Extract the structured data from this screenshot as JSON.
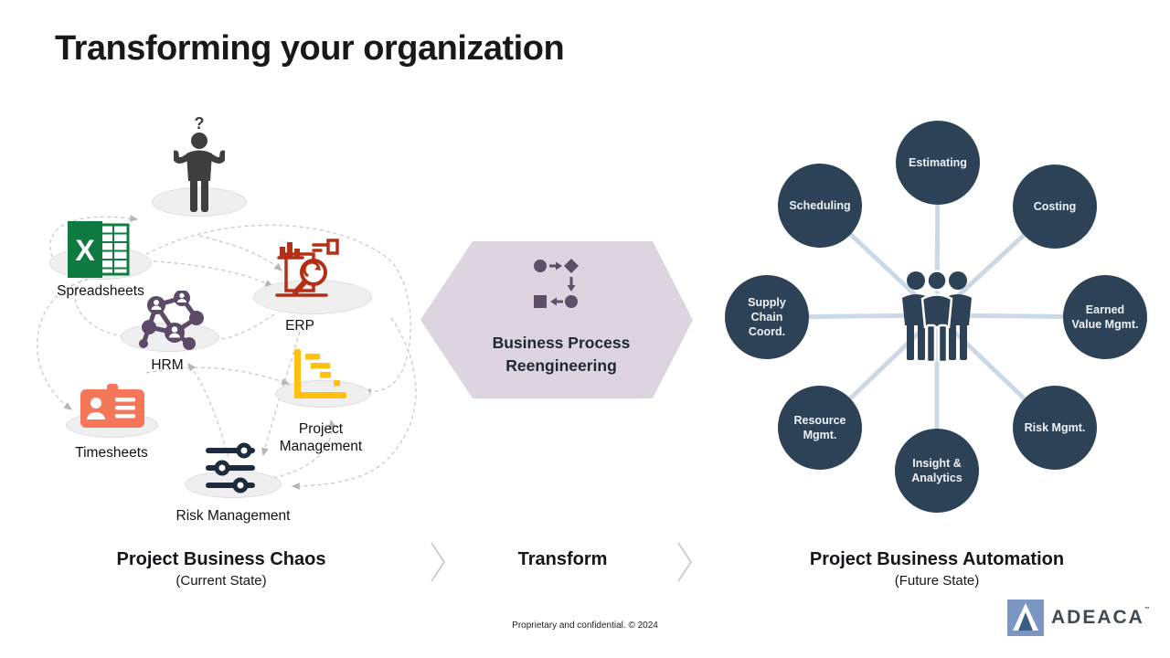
{
  "title": "Transforming your organization",
  "footer": "Proprietary and confidential. © 2024",
  "chaos": {
    "caption": "Project Business Chaos",
    "subcaption": "(Current State)",
    "person_symbol": "?",
    "items": {
      "spreadsheets": "Spreadsheets",
      "erp": "ERP",
      "hrm": "HRM",
      "project_management": "Project Management",
      "timesheets": "Timesheets",
      "risk_management": "Risk Management"
    }
  },
  "transform": {
    "caption": "Transform",
    "label_line1": "Business Process",
    "label_line2": "Reengineering"
  },
  "automation": {
    "caption": "Project Business Automation",
    "subcaption": "(Future State)",
    "nodes": {
      "estimating": "Estimating",
      "costing": "Costing",
      "earned_value": "Earned Value Mgmt.",
      "risk": "Risk Mgmt.",
      "insight": "Insight & Analytics",
      "resource": "Resource Mgmt.",
      "supply_chain": "Supply Chain Coord.",
      "scheduling": "Scheduling"
    }
  },
  "logo": {
    "text": "ADEACA",
    "tm": "™"
  },
  "colors": {
    "node_circle": "#2E4257",
    "connector": "#CCD8E5",
    "hexagon": "#DCD4DF",
    "hexagon_icon": "#5D4F66",
    "excel_green": "#107C41",
    "erp_rust": "#B33016",
    "hrm_purple": "#5D4A68",
    "pm_yellow": "#FFC10D",
    "timesheets_orange": "#F5775A",
    "risk_navy": "#1D2B3F",
    "dashed_line": "#C9C9C9",
    "logo_blue": "#7B97C1"
  }
}
